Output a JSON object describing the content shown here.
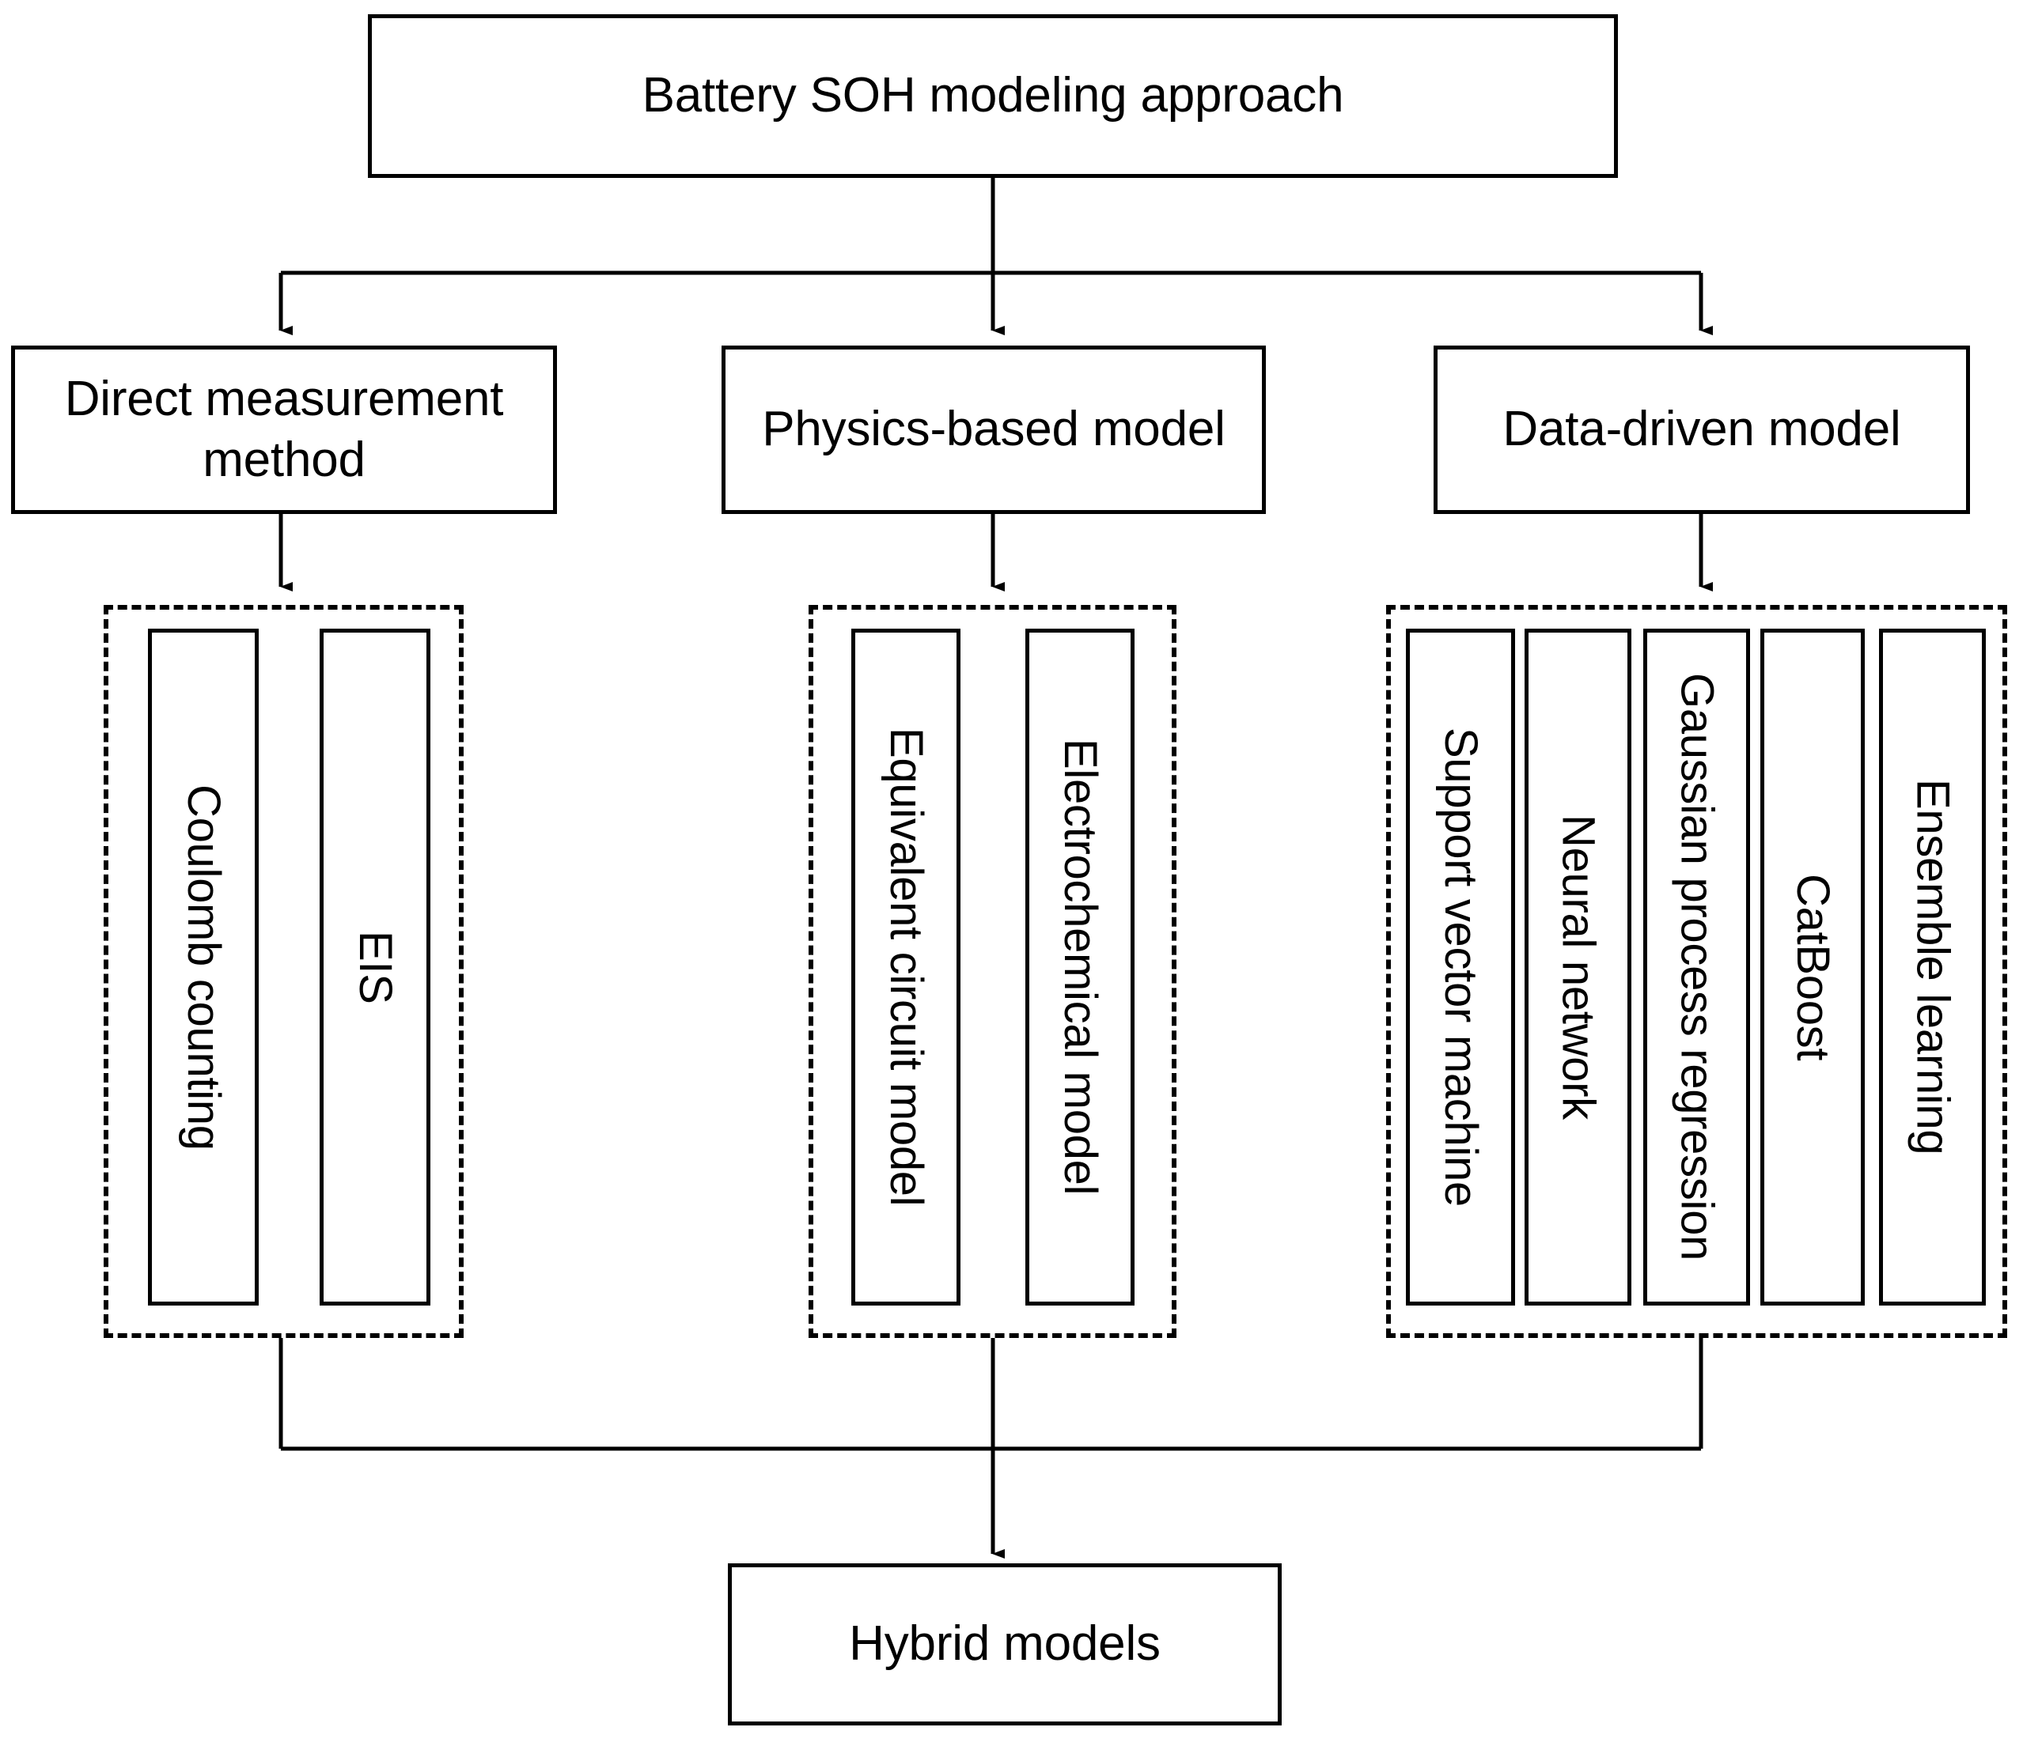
{
  "diagram": {
    "title": "Battery SOH modeling approach flowchart",
    "colors": {
      "stroke": "#000000",
      "background": "#ffffff",
      "text": "#000000"
    },
    "root": {
      "label": "Battery SOH modeling approach"
    },
    "branches": [
      {
        "label": "Direct measurement\nmethod",
        "children": [
          {
            "label": "Coulomb counting"
          },
          {
            "label": "EIS"
          }
        ]
      },
      {
        "label": "Physics-based model",
        "children": [
          {
            "label": "Equivalent circuit model"
          },
          {
            "label": "Electrochemical model"
          }
        ]
      },
      {
        "label": "Data-driven model",
        "children": [
          {
            "label": "Support vector machine"
          },
          {
            "label": "Neural network"
          },
          {
            "label": "Gaussian process regression"
          },
          {
            "label": "CatBoost"
          },
          {
            "label": "Ensemble learning"
          }
        ]
      }
    ],
    "output": {
      "label": "Hybrid models"
    }
  }
}
